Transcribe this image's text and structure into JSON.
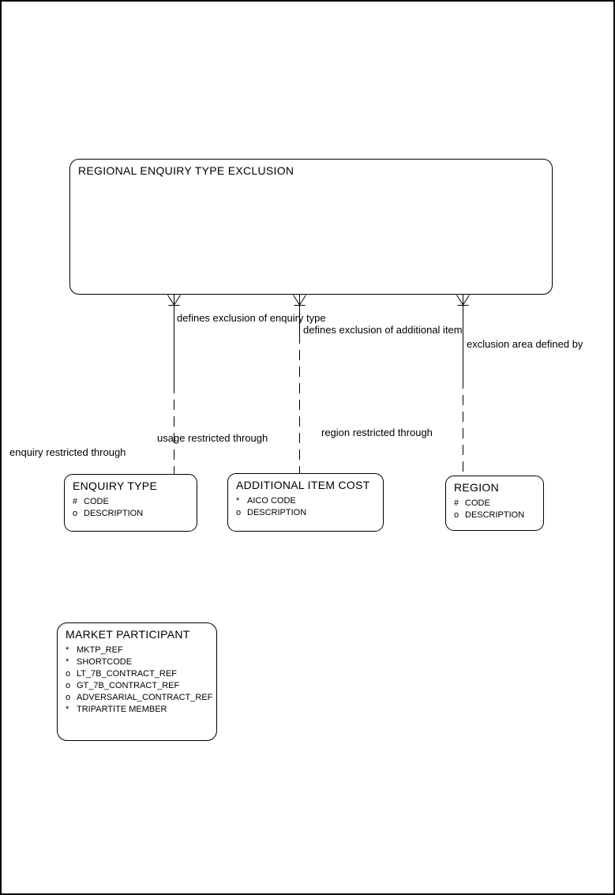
{
  "page": {
    "background": "#ffffff",
    "line_color": "#000000"
  },
  "diagram": {
    "root_entity": {
      "title": "REGIONAL ENQUIRY TYPE EXCLUSION"
    },
    "relationships": [
      {
        "target": "ENQUIRY TYPE",
        "parent_label": "defines exclusion of enquiry type",
        "child_label": "enquiry restricted through"
      },
      {
        "target": "ADDITIONAL ITEM COST",
        "parent_label": "defines exclusion of additional item",
        "child_label": "usage restricted through"
      },
      {
        "target": "REGION",
        "parent_label": "exclusion area defined by",
        "child_label": "region restricted through"
      }
    ],
    "entities": [
      {
        "title": "ENQUIRY TYPE",
        "attributes": [
          {
            "marker": "#",
            "name": "CODE"
          },
          {
            "marker": "o",
            "name": "DESCRIPTION"
          }
        ]
      },
      {
        "title": "ADDITIONAL ITEM COST",
        "attributes": [
          {
            "marker": "*",
            "name": "AICO CODE"
          },
          {
            "marker": "o",
            "name": "DESCRIPTION"
          }
        ]
      },
      {
        "title": "REGION",
        "attributes": [
          {
            "marker": "#",
            "name": "CODE"
          },
          {
            "marker": "o",
            "name": "DESCRIPTION"
          }
        ]
      },
      {
        "title": "MARKET PARTICIPANT",
        "attributes": [
          {
            "marker": "*",
            "name": "MKTP_REF"
          },
          {
            "marker": "*",
            "name": "SHORTCODE"
          },
          {
            "marker": "o",
            "name": "LT_7B_CONTRACT_REF"
          },
          {
            "marker": "o",
            "name": "GT_7B_CONTRACT_REF"
          },
          {
            "marker": "o",
            "name": "ADVERSARIAL_CONTRACT_REF"
          },
          {
            "marker": "*",
            "name": "TRIPARTITE MEMBER"
          }
        ]
      }
    ]
  }
}
